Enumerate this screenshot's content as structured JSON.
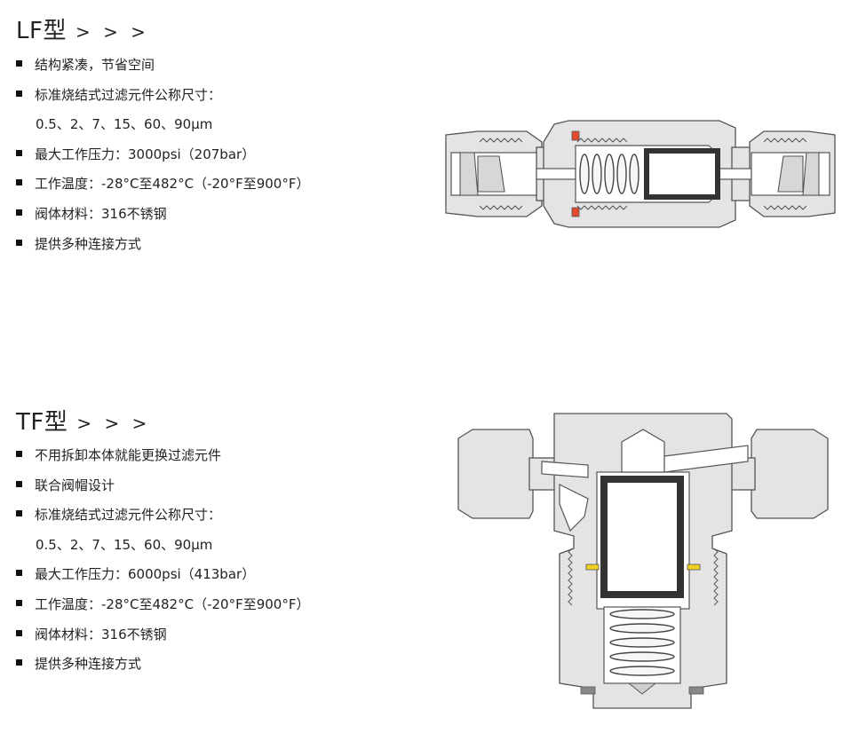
{
  "lf": {
    "title": "LF型",
    "arrows": "> > >",
    "items": [
      "结构紧凑，节省空间",
      "标准烧结式过滤元件公称尺寸：",
      "0.5、2、7、15、60、90μm",
      "最大工作压力：3000psi（207bar）",
      "工作温度：-28°C至482°C（-20°F至900°F）",
      "阀体材料：316不锈钢",
      "提供多种连接方式"
    ]
  },
  "tf": {
    "title": "TF型",
    "arrows": "> > >",
    "items": [
      "不用拆卸本体就能更换过滤元件",
      "联合阀帽设计",
      "标准烧结式过滤元件公称尺寸：",
      "0.5、2、7、15、60、90μm",
      "最大工作压力：6000psi（413bar）",
      "工作温度：-28°C至482°C（-20°F至900°F）",
      "阀体材料：316不锈钢",
      "提供多种连接方式"
    ]
  },
  "figures": {
    "lf": "lf-filter-cross-section",
    "tf": "tf-filter-cross-section"
  },
  "colors": {
    "body_fill": "#e4e4e4",
    "outline": "#555555",
    "seal_red": "#e2492c",
    "pin_yellow": "#f0d020",
    "element_dark": "#333333"
  }
}
